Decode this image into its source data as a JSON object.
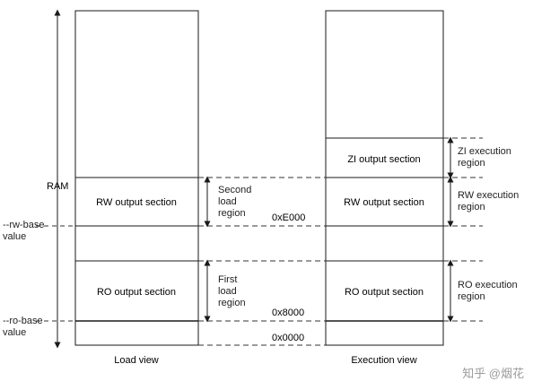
{
  "memory": {
    "ram_label": "RAM",
    "rw_base_label": [
      "--rw-base",
      "value"
    ],
    "ro_base_label": [
      "--ro-base",
      "value"
    ]
  },
  "load_view": {
    "caption": "Load view",
    "rw_section": "RW output section",
    "ro_section": "RO output section",
    "second_load_region": [
      "Second",
      "load",
      "region"
    ],
    "first_load_region": [
      "First",
      "load",
      "region"
    ]
  },
  "addresses": {
    "addr_e000": "0xE000",
    "addr_8000": "0x8000",
    "addr_0000": "0x0000"
  },
  "execution_view": {
    "caption": "Execution view",
    "zi_section": "ZI output section",
    "rw_section": "RW output section",
    "ro_section": "RO output section",
    "zi_region": [
      "ZI execution",
      "region"
    ],
    "rw_region": [
      "RW execution",
      "region"
    ],
    "ro_region": [
      "RO execution",
      "region"
    ]
  },
  "watermark": "知乎 @烟花",
  "colors": {
    "line": "#1a1a1a",
    "dash": "#333333",
    "text": "#222222"
  }
}
